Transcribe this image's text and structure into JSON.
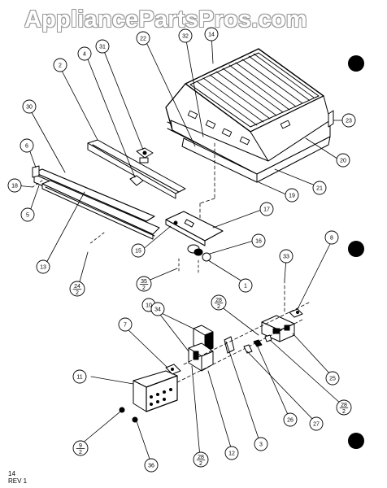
{
  "watermark": "AppliancePartsPros.com",
  "footer": {
    "page": "14",
    "revision": "REV 1"
  },
  "parts": [
    {
      "id": "c1",
      "label": "1"
    },
    {
      "id": "c2",
      "label": "2"
    },
    {
      "id": "c3",
      "label": "3"
    },
    {
      "id": "c4",
      "label": "4"
    },
    {
      "id": "c5",
      "label": "5"
    },
    {
      "id": "c6",
      "label": "6"
    },
    {
      "id": "c7",
      "label": "7"
    },
    {
      "id": "c8",
      "label": "8"
    },
    {
      "id": "c9",
      "label": "9",
      "qty": "2"
    },
    {
      "id": "c10",
      "label": "10"
    },
    {
      "id": "c11",
      "label": "11"
    },
    {
      "id": "c12",
      "label": "12"
    },
    {
      "id": "c13",
      "label": "13"
    },
    {
      "id": "c14",
      "label": "14"
    },
    {
      "id": "c15",
      "label": "15"
    },
    {
      "id": "c16",
      "label": "16"
    },
    {
      "id": "c17",
      "label": "17"
    },
    {
      "id": "c18",
      "label": "18"
    },
    {
      "id": "c19",
      "label": "19"
    },
    {
      "id": "c20",
      "label": "20"
    },
    {
      "id": "c21",
      "label": "21"
    },
    {
      "id": "c22",
      "label": "22"
    },
    {
      "id": "c23",
      "label": "23"
    },
    {
      "id": "c24",
      "label": "24",
      "qty": "2"
    },
    {
      "id": "c25",
      "label": "25"
    },
    {
      "id": "c26",
      "label": "26"
    },
    {
      "id": "c27",
      "label": "27"
    },
    {
      "id": "c28a",
      "label": "28",
      "qty": "2"
    },
    {
      "id": "c28b",
      "label": "28",
      "qty": "2"
    },
    {
      "id": "c28c",
      "label": "28",
      "qty": "2"
    },
    {
      "id": "c30",
      "label": "30"
    },
    {
      "id": "c31",
      "label": "31"
    },
    {
      "id": "c32",
      "label": "32"
    },
    {
      "id": "c33",
      "label": "33"
    },
    {
      "id": "c34",
      "label": "34"
    },
    {
      "id": "c35",
      "label": "35",
      "qty": "2"
    },
    {
      "id": "c36",
      "label": "36"
    }
  ]
}
